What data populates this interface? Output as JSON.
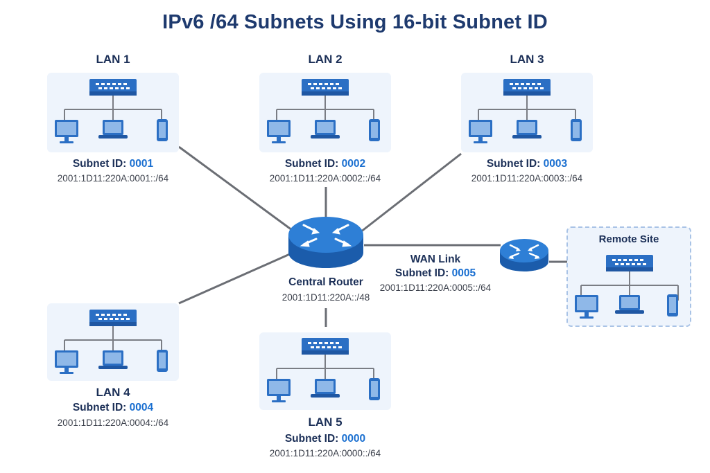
{
  "title": "IPv6 /64 Subnets Using 16-bit Subnet ID",
  "lans": [
    {
      "name": "LAN 1",
      "subnet_label": "Subnet ID:",
      "subnet_id": "0001",
      "prefix": "2001:1D11:220A:0001::/64"
    },
    {
      "name": "LAN 2",
      "subnet_label": "Subnet ID:",
      "subnet_id": "0002",
      "prefix": "2001:1D11:220A:0002::/64"
    },
    {
      "name": "LAN 3",
      "subnet_label": "Subnet ID:",
      "subnet_id": "0003",
      "prefix": "2001:1D11:220A:0003::/64"
    },
    {
      "name": "LAN 4",
      "subnet_label": "Subnet ID:",
      "subnet_id": "0004",
      "prefix": "2001:1D11:220A:0004::/64"
    },
    {
      "name": "LAN 5",
      "subnet_label": "Subnet ID:",
      "subnet_id": "0000",
      "prefix": "2001:1D11:220A:0000::/64"
    }
  ],
  "central_router": {
    "name": "Central Router",
    "prefix": "2001:1D11:220A::/48"
  },
  "wan_link": {
    "name": "WAN Link",
    "subnet_label": "Subnet ID:",
    "subnet_id": "0005",
    "prefix": "2001:1D11:220A:0005::/64"
  },
  "remote_site": {
    "name": "Remote Site"
  },
  "colors": {
    "title": "#1e3a6e",
    "subnet_id": "#1a6fd0",
    "device": "#2b6fc4",
    "panel": "#eef4fc",
    "link": "#6b6e74"
  },
  "icons": [
    "switch-icon",
    "monitor-icon",
    "laptop-icon",
    "phone-icon",
    "router-icon"
  ]
}
